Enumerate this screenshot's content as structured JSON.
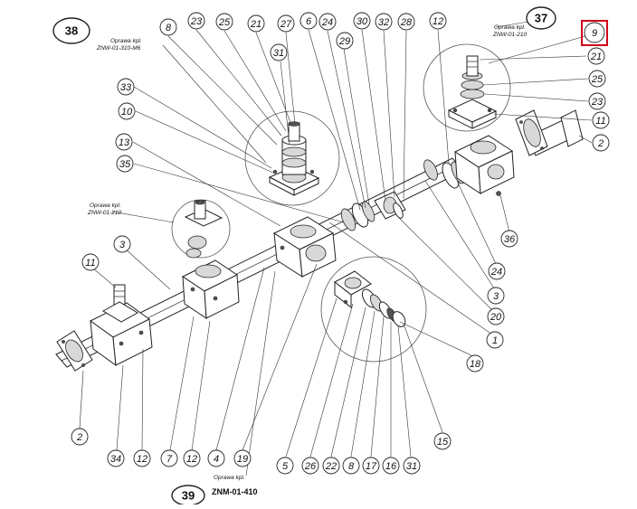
{
  "diagram": {
    "callouts": [
      {
        "id": "c38",
        "label": "38"
      },
      {
        "id": "c37",
        "label": "37"
      },
      {
        "id": "c39",
        "label": "39"
      },
      {
        "id": "c9",
        "label": "9"
      },
      {
        "id": "c8a",
        "label": "8"
      },
      {
        "id": "c23a",
        "label": "23"
      },
      {
        "id": "c25a",
        "label": "25"
      },
      {
        "id": "c21a",
        "label": "21"
      },
      {
        "id": "c27",
        "label": "27"
      },
      {
        "id": "c6",
        "label": "6"
      },
      {
        "id": "c24a",
        "label": "24"
      },
      {
        "id": "c30",
        "label": "30"
      },
      {
        "id": "c32",
        "label": "32"
      },
      {
        "id": "c28",
        "label": "28"
      },
      {
        "id": "c12a",
        "label": "12"
      },
      {
        "id": "c31a",
        "label": "31"
      },
      {
        "id": "c29",
        "label": "29"
      },
      {
        "id": "c21b",
        "label": "21"
      },
      {
        "id": "c25b",
        "label": "25"
      },
      {
        "id": "c23b",
        "label": "23"
      },
      {
        "id": "c11a",
        "label": "11"
      },
      {
        "id": "c2a",
        "label": "2"
      },
      {
        "id": "c33",
        "label": "33"
      },
      {
        "id": "c10",
        "label": "10"
      },
      {
        "id": "c13",
        "label": "13"
      },
      {
        "id": "c35",
        "label": "35"
      },
      {
        "id": "c36",
        "label": "36"
      },
      {
        "id": "c24b",
        "label": "24"
      },
      {
        "id": "c3a",
        "label": "3"
      },
      {
        "id": "c20",
        "label": "20"
      },
      {
        "id": "c1",
        "label": "1"
      },
      {
        "id": "c18",
        "label": "18"
      },
      {
        "id": "c3b",
        "label": "3"
      },
      {
        "id": "c11b",
        "label": "11"
      },
      {
        "id": "c2b",
        "label": "2"
      },
      {
        "id": "c34",
        "label": "34"
      },
      {
        "id": "c12b",
        "label": "12"
      },
      {
        "id": "c7",
        "label": "7"
      },
      {
        "id": "c12c",
        "label": "12"
      },
      {
        "id": "c4",
        "label": "4"
      },
      {
        "id": "c19",
        "label": "19"
      },
      {
        "id": "c5",
        "label": "5"
      },
      {
        "id": "c26",
        "label": "26"
      },
      {
        "id": "c22",
        "label": "22"
      },
      {
        "id": "c8b",
        "label": "8"
      },
      {
        "id": "c17",
        "label": "17"
      },
      {
        "id": "c16",
        "label": "16"
      },
      {
        "id": "c31b",
        "label": "31"
      },
      {
        "id": "c15",
        "label": "15"
      }
    ],
    "notes": {
      "note38_line1": "Oprawa kpl.",
      "note38_line2": "ZNW-01-310-M6",
      "note37_line1": "Oprawa kpl.",
      "note37_line2": "ZNW-01-210",
      "noteLeft_line1": "Oprawa kpl.",
      "noteLeft_line2": "ZNW-01-210",
      "note39_line1": "Oprawa kpl.",
      "note39_line2": "ZNM-01-410"
    },
    "highlight_color": "#d0021b"
  }
}
